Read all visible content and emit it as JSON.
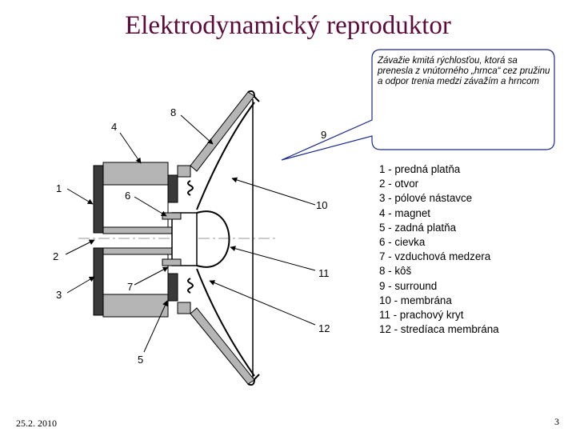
{
  "title": "Elektrodynamický reproduktor",
  "callout": "Závažie kmitá rýchlosťou, ktorá sa prenesla z vnútorného „hrnca“ cez pružinu a odpor trenia medzi závažím a hrncom",
  "diagram_labels": [
    "1",
    "2",
    "3",
    "4",
    "5",
    "6",
    "7",
    "8",
    "9",
    "10",
    "11",
    "12"
  ],
  "legend": [
    "1 - predná platňa",
    "2 - otvor",
    "3 - pólové nástavce",
    "4 - magnet",
    "5 - zadná platňa",
    "6 - cievka",
    "7 - vzduchová medzera",
    "8 - kôš",
    "9 - surround",
    "10 - membrána",
    "11 - prachový kryt",
    "12 - stredíaca membrána"
  ],
  "footer": {
    "date": "25.2. 2010",
    "page": "3"
  }
}
